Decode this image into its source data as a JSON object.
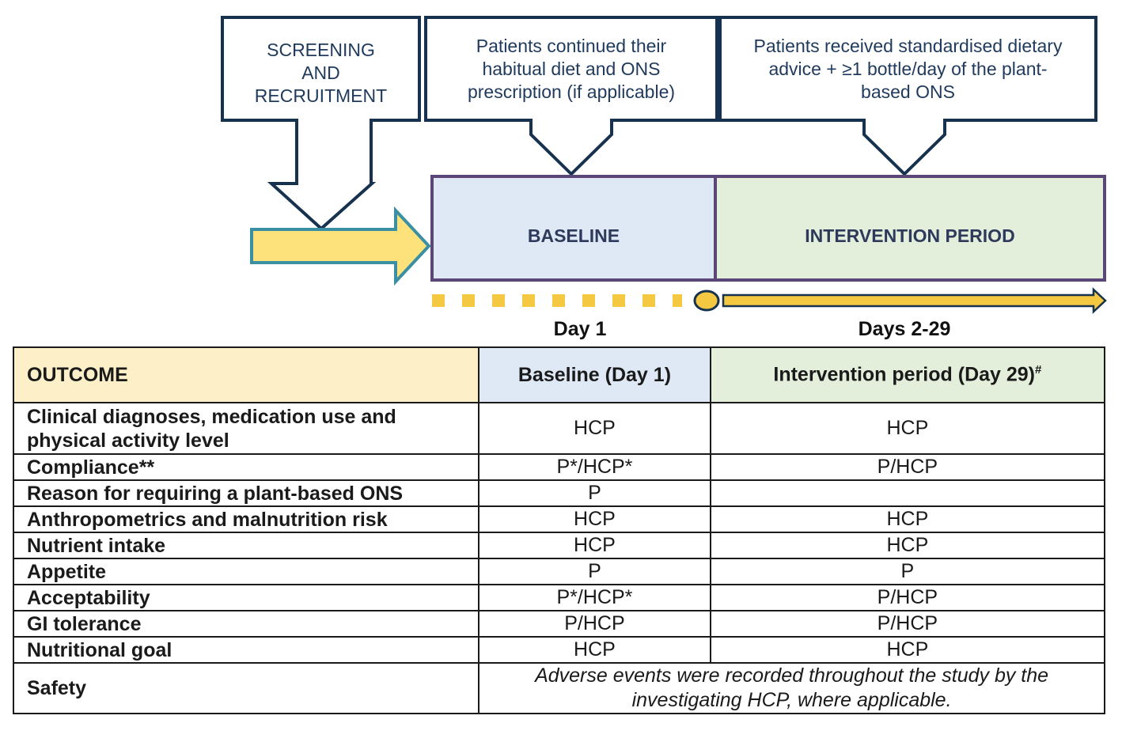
{
  "flow": {
    "boxes": [
      {
        "lines": [
          "SCREENING",
          "AND",
          "RECRUITMENT"
        ]
      },
      {
        "lines": [
          "Patients continued their",
          "habitual diet and ONS",
          "prescription (if applicable)"
        ]
      },
      {
        "lines": [
          "Patients received standardised dietary",
          "advice + ≥1 bottle/day of the plant-",
          "based ONS"
        ]
      }
    ],
    "phases": {
      "baseline": "BASELINE",
      "intervention": "INTERVENTION PERIOD"
    },
    "days": {
      "baseline": "Day 1",
      "intervention": "Days 2-29"
    },
    "colors": {
      "box_border": "#17324f",
      "baseline_fill": "#dfe9f5",
      "intervention_fill": "#e4efdb",
      "phase_border": "#5b4678",
      "arrow_fill": "#fde17a",
      "arrow_stroke": "#3a8fa3",
      "timeline_dot": "#f5c842"
    }
  },
  "table": {
    "headers": {
      "outcome": "OUTCOME",
      "baseline": "Baseline (Day 1)",
      "intervention": "Intervention period (Day 29)",
      "intervention_mark": "#"
    },
    "rows": [
      {
        "outcome": "Clinical diagnoses, medication use and physical activity level",
        "baseline": "HCP",
        "intervention": "HCP"
      },
      {
        "outcome": "Compliance**",
        "baseline": "P*/HCP*",
        "intervention": "P/HCP"
      },
      {
        "outcome": "Reason for requiring a plant-based ONS",
        "baseline": "P",
        "intervention": ""
      },
      {
        "outcome": "Anthropometrics and malnutrition risk",
        "baseline": "HCP",
        "intervention": "HCP"
      },
      {
        "outcome": "Nutrient intake",
        "baseline": "HCP",
        "intervention": "HCP"
      },
      {
        "outcome": "Appetite",
        "baseline": "P",
        "intervention": "P"
      },
      {
        "outcome": "Acceptability",
        "baseline": "P*/HCP*",
        "intervention": "P/HCP"
      },
      {
        "outcome": "GI tolerance",
        "baseline": "P/HCP",
        "intervention": "P/HCP"
      },
      {
        "outcome": "Nutritional goal",
        "baseline": "HCP",
        "intervention": "HCP"
      }
    ],
    "safety": {
      "outcome": "Safety",
      "note": "Adverse events were recorded throughout the study by the investigating HCP, where applicable."
    }
  }
}
